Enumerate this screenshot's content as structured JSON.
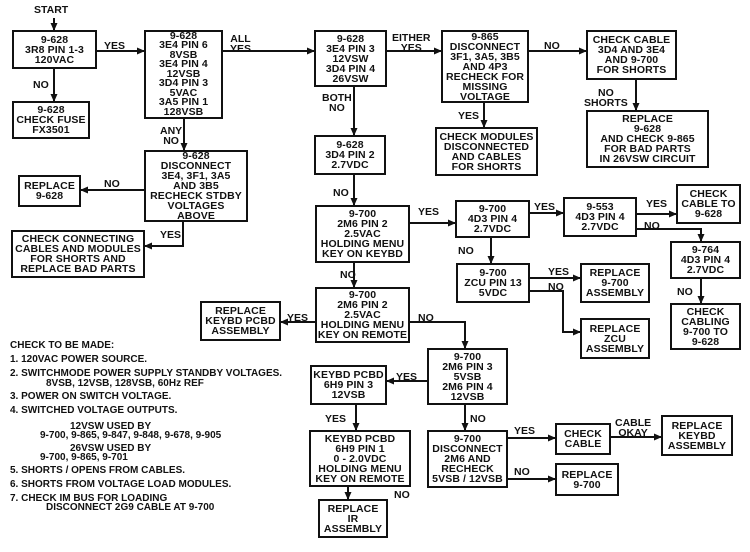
{
  "start_label": "START",
  "nodes": {
    "a": [
      "9-628",
      "3R8 PIN 1-3",
      "120VAC"
    ],
    "b": [
      "9-628",
      "CHECK FUSE",
      "FX3501"
    ],
    "c": [
      "9-628",
      "3E4 PIN 6",
      "8VSB",
      "3E4 PIN 4",
      "12VSB",
      "3D4 PIN 3",
      "5VAC",
      "3A5 PIN 1",
      "128VSB"
    ],
    "d": [
      "9-628",
      "3E4 PIN 3",
      "12VSW",
      "3D4 PIN 4",
      "26VSW"
    ],
    "e": [
      "9-865",
      "DISCONNECT",
      "3F1, 3A5, 3B5",
      "AND 4P3",
      "RECHECK FOR",
      "MISSING",
      "VOLTAGE"
    ],
    "f": [
      "CHECK CABLE",
      "3D4 AND 3E4",
      "AND 9-700",
      "FOR SHORTS"
    ],
    "g": [
      "REPLACE",
      "9-628",
      "AND CHECK 9-865",
      "FOR BAD PARTS",
      "IN 26VSW CIRCUIT"
    ],
    "h": [
      "CHECK MODULES",
      "DISCONNECTED",
      "AND CABLES",
      "FOR SHORTS"
    ],
    "i": [
      "9-628",
      "3D4 PIN 2",
      "2.7VDC"
    ],
    "j": [
      "9-628",
      "DISCONNECT",
      "3E4, 3F1, 3A5",
      "AND 3B5",
      "RECHECK STDBY",
      "VOLTAGES",
      "ABOVE"
    ],
    "k": [
      "REPLACE",
      "9-628"
    ],
    "l": [
      "CHECK CONNECTING",
      "CABLES AND MODULES",
      "FOR SHORTS AND",
      "REPLACE BAD PARTS"
    ],
    "m": [
      "9-700",
      "2M6 PIN 2",
      "2.5VAC",
      "HOLDING MENU",
      "KEY ON KEYBD"
    ],
    "n": [
      "9-700",
      "4D3 PIN 4",
      "2.7VDC"
    ],
    "o": [
      "9-553",
      "4D3 PIN 4",
      "2.7VDC"
    ],
    "p": [
      "CHECK",
      "CABLE TO",
      "9-628"
    ],
    "q": [
      "9-764",
      "4D3 PIN 4",
      "2.7VDC"
    ],
    "r": [
      "9-700",
      "ZCU PIN 13",
      "5VDC"
    ],
    "s": [
      "REPLACE",
      "9-700",
      "ASSEMBLY"
    ],
    "t": [
      "REPLACE",
      "ZCU",
      "ASSEMBLY"
    ],
    "u": [
      "CHECK",
      "CABLING",
      "9-700 TO",
      "9-628"
    ],
    "v": [
      "9-700",
      "2M6 PIN 2",
      "2.5VAC",
      "HOLDING MENU",
      "KEY ON REMOTE"
    ],
    "w": [
      "REPLACE",
      "KEYBD PCBD",
      "ASSEMBLY"
    ],
    "x": [
      "9-700",
      "2M6 PIN 3",
      "5VSB",
      "2M6 PIN 4",
      "12VSB"
    ],
    "y": [
      "KEYBD PCBD",
      "6H9 PIN 3",
      "12VSB"
    ],
    "z": [
      "KEYBD PCBD",
      "6H9 PIN 1",
      "0 - 2.0VDC",
      "HOLDING MENU",
      "KEY ON REMOTE"
    ],
    "aa": [
      "REPLACE",
      "IR",
      "ASSEMBLY"
    ],
    "ab": [
      "9-700",
      "DISCONNECT",
      "2M6 AND",
      "RECHECK",
      "5VSB / 12VSB"
    ],
    "ac": [
      "CHECK",
      "CABLE"
    ],
    "ad": [
      "REPLACE",
      "KEYBD",
      "ASSEMBLY"
    ],
    "ae": [
      "REPLACE",
      "9-700"
    ]
  },
  "edge_labels": {
    "a_c": "YES",
    "a_b": "NO",
    "c_d": [
      "ALL",
      "YES"
    ],
    "c_j": [
      "ANY",
      "NO"
    ],
    "d_e": [
      "EITHER",
      "YES"
    ],
    "d_i": [
      "BOTH",
      "NO"
    ],
    "e_f": "NO",
    "e_h": "YES",
    "f_g": [
      "NO",
      "SHORTS"
    ],
    "j_k": "NO",
    "j_l": "YES",
    "i_m": "NO",
    "m_n": "YES",
    "m_v": "NO",
    "n_o": "YES",
    "n_r": "NO",
    "o_p": "YES",
    "o_q": "NO",
    "q_u": "NO",
    "r_s": "YES",
    "r_t": "NO",
    "v_w": "YES",
    "v_x": "NO",
    "x_y": "YES",
    "x_ab": "NO",
    "y_z": "YES",
    "z_aa": "NO",
    "ab_ac": "YES",
    "ab_ae": "NO",
    "ac_ad": [
      "CABLE",
      "OKAY"
    ]
  },
  "notes": {
    "title": "CHECK TO BE MADE:",
    "items": [
      {
        "text": "1. 120VAC POWER SOURCE."
      },
      {
        "text": "2. SWITCHMODE POWER SUPPLY STANDBY VOLTAGES.",
        "sub": "8VSB, 12VSB, 128VSB, 60Hz REF"
      },
      {
        "text": "3. POWER ON SWITCH VOLTAGE."
      },
      {
        "text": "4. SWITCHED VOLTAGE OUTPUTS."
      },
      {
        "text": "5. SHORTS / OPENS FROM CABLES."
      },
      {
        "text": "6. SHORTS FROM VOLTAGE LOAD MODULES."
      },
      {
        "text": "7. CHECK IM BUS FOR LOADING",
        "sub": "DISCONNECT 2G9 CABLE AT 9-700"
      }
    ],
    "vsw12_title": "12VSW USED BY",
    "vsw12_list": "9-700, 9-865, 9-847, 9-848, 9-678, 9-905",
    "vsw26_title": "26VSW USED BY",
    "vsw26_list": "9-700, 9-865, 9-701"
  }
}
